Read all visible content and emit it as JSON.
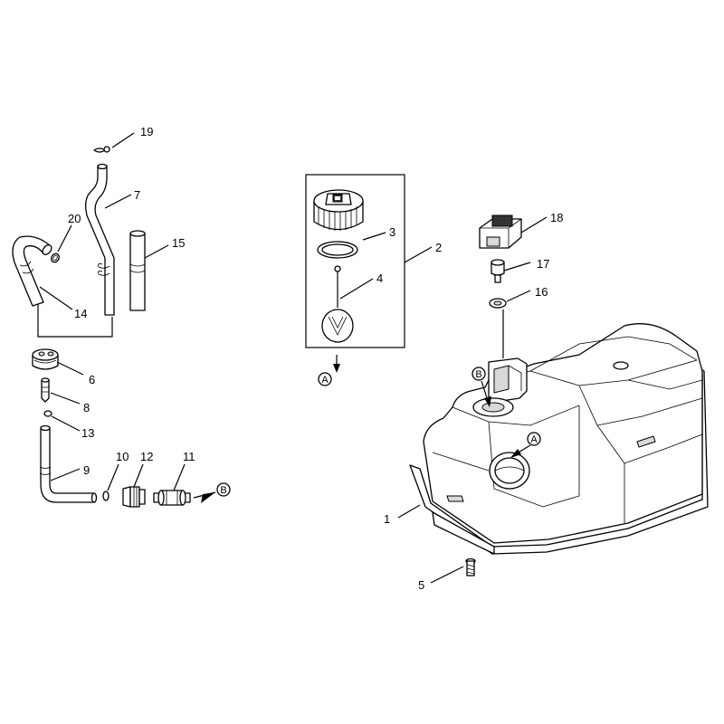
{
  "labels": {
    "p1": "1",
    "p2": "2",
    "p3": "3",
    "p4": "4",
    "p5": "5",
    "p6": "6",
    "p7": "7",
    "p8": "8",
    "p9": "9",
    "p10": "10",
    "p11": "11",
    "p12": "12",
    "p13": "13",
    "p14": "14",
    "p15": "15",
    "p16": "16",
    "p17": "17",
    "p18": "18",
    "p19": "19",
    "p20": "20"
  },
  "callouts": {
    "a_cap": "A",
    "a_tank": "A",
    "b_filter": "B",
    "b_tank": "B"
  }
}
